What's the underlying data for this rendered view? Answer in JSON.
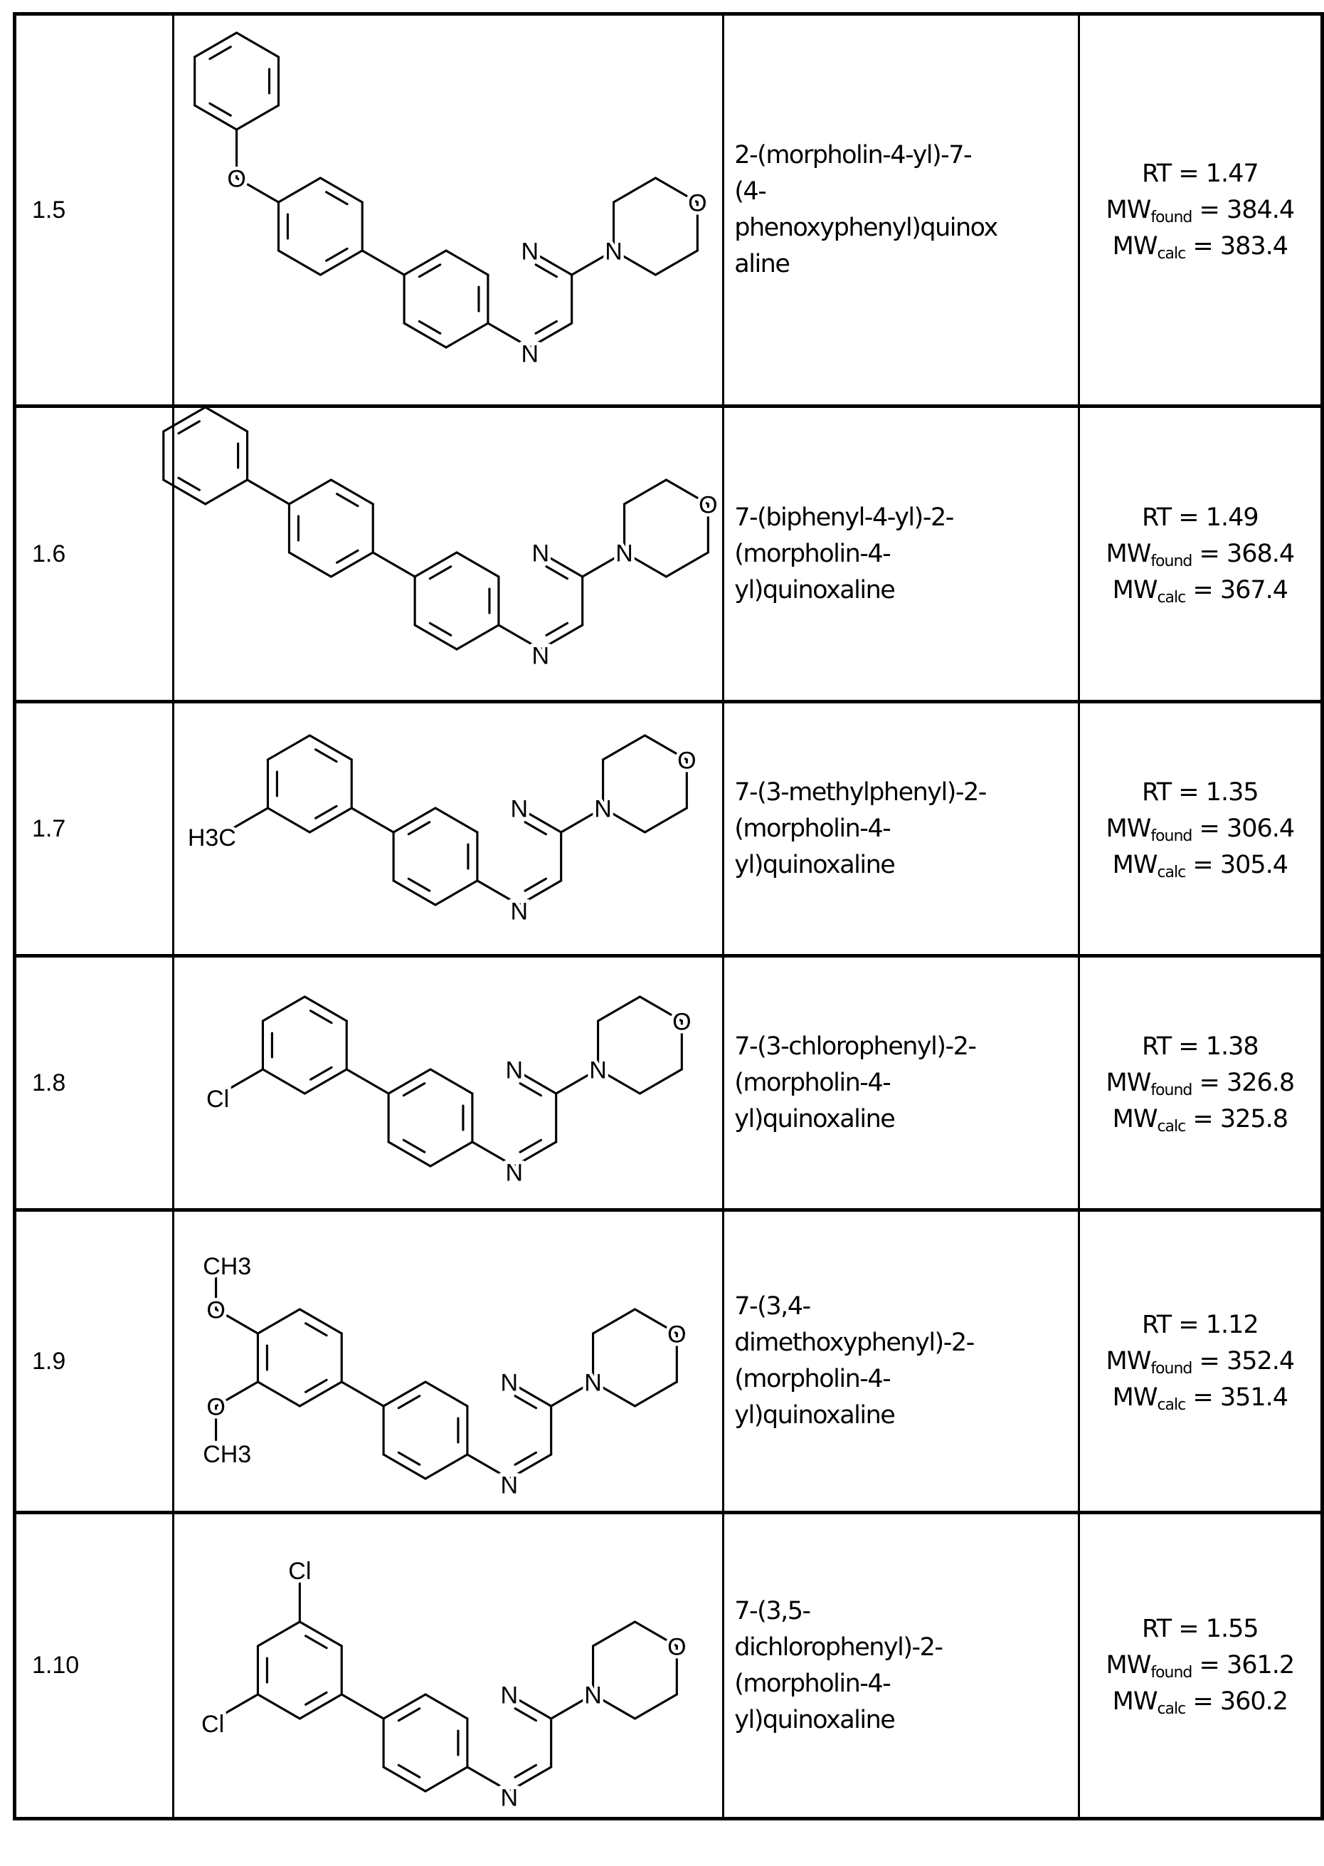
{
  "core_labels": {
    "nitrogen": "N",
    "oxygen": "O"
  },
  "property_labels": {
    "rt": "RT",
    "mw": "MW",
    "found": "found",
    "calc": "calc"
  },
  "rows": [
    {
      "example": "1.5",
      "name_lines": [
        "2-(morpholin-4-yl)-7-",
        "(4-",
        "phenoxyphenyl)quinox",
        "aline"
      ],
      "rt": "1.47",
      "mw_found": "384.4",
      "mw_calc": "383.4",
      "substituent_labels": [
        "O"
      ]
    },
    {
      "example": "1.6",
      "name_lines": [
        "7-(biphenyl-4-yl)-2-",
        "(morpholin-4-",
        "yl)quinoxaline"
      ],
      "rt": "1.49",
      "mw_found": "368.4",
      "mw_calc": "367.4",
      "substituent_labels": []
    },
    {
      "example": "1.7",
      "name_lines": [
        "7-(3-methylphenyl)-2-",
        "(morpholin-4-",
        "yl)quinoxaline"
      ],
      "rt": "1.35",
      "mw_found": "306.4",
      "mw_calc": "305.4",
      "substituent_labels": [
        "H3C"
      ]
    },
    {
      "example": "1.8",
      "name_lines": [
        "7-(3-chlorophenyl)-2-",
        "(morpholin-4-",
        "yl)quinoxaline"
      ],
      "rt": "1.38",
      "mw_found": "326.8",
      "mw_calc": "325.8",
      "substituent_labels": [
        "Cl"
      ]
    },
    {
      "example": "1.9",
      "name_lines": [
        "7-(3,4-",
        "dimethoxyphenyl)-2-",
        "(morpholin-4-",
        "yl)quinoxaline"
      ],
      "rt": "1.12",
      "mw_found": "352.4",
      "mw_calc": "351.4",
      "substituent_labels": [
        "O",
        "CH3",
        "O",
        "CH3"
      ]
    },
    {
      "example": "1.10",
      "name_lines": [
        "7-(3,5-",
        "dichlorophenyl)-2-",
        "(morpholin-4-",
        "yl)quinoxaline"
      ],
      "rt": "1.55",
      "mw_found": "361.2",
      "mw_calc": "360.2",
      "substituent_labels": [
        "Cl",
        "Cl"
      ]
    }
  ]
}
